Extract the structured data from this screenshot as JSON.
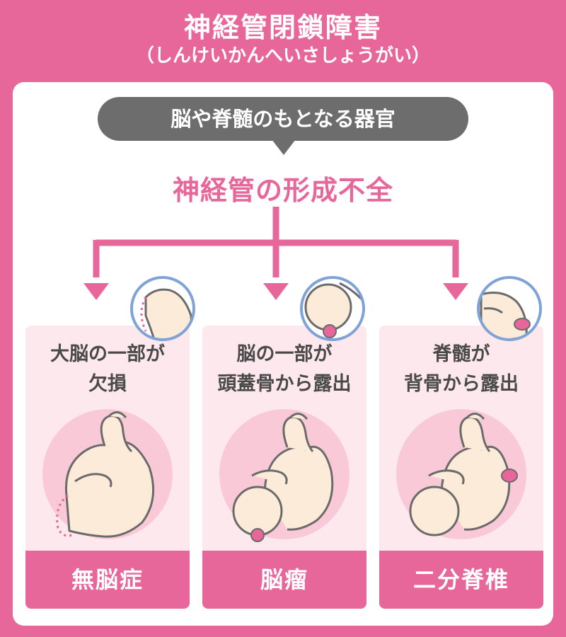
{
  "header": {
    "title": "神経管閉鎖障害",
    "subtitle": "（しんけいかんへいさしょうがい）"
  },
  "definition": {
    "bubble_text": "脳や脊髄のもとなる器官",
    "main_label": "神経管の形成不全"
  },
  "cards": [
    {
      "desc_line1": "大脳の一部が",
      "desc_line2": "欠損",
      "name": "無脳症"
    },
    {
      "desc_line1": "脳の一部が",
      "desc_line2": "頭蓋骨から露出",
      "name": "脳瘤"
    },
    {
      "desc_line1": "脊髄が",
      "desc_line2": "背骨から露出",
      "name": "二分脊椎"
    }
  ],
  "colors": {
    "brand_pink": "#e8679b",
    "card_bg": "#fde8ee",
    "circle_bg": "#f9c9d8",
    "skin": "#fcebd9",
    "outline": "#6b6b6b",
    "lesion": "#e8679b",
    "zoom_ring": "#7fa3d6",
    "bubble": "#6d6d6d"
  }
}
